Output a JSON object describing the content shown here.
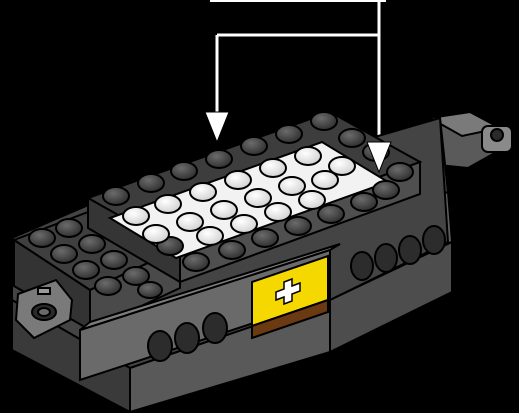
{
  "diagram": {
    "kind": "building-instruction-step",
    "subject": "brick assembly",
    "callout": {
      "type": "bracket-with-two-arrows",
      "arrow_count": 2
    },
    "colors": {
      "background": "#000000",
      "brick_dark": "#3a3a3a",
      "brick_mid": "#595959",
      "brick_light": "#8a8a8a",
      "plate_white": "#f2f2f2",
      "tile_yellow": "#f5d800",
      "tile_brown": "#6b3a12",
      "outline": "#000000",
      "arrow": "#ffffff"
    },
    "icons": [
      "cross-axle-icon"
    ]
  }
}
